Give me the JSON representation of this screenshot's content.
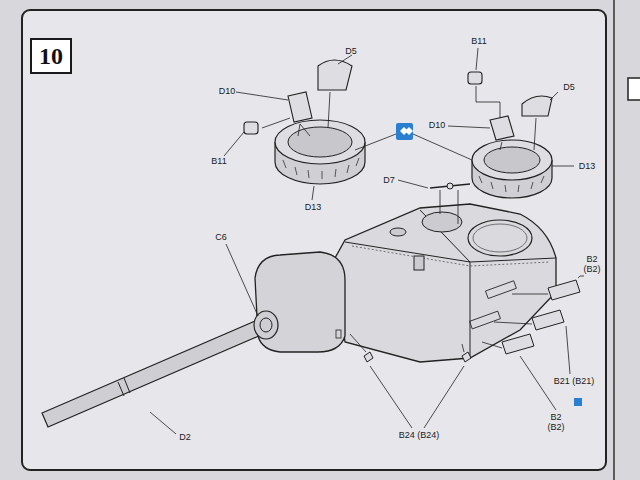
{
  "diagram": {
    "nodes": [
      {
        "text": [
          "10"
        ]
      }
    ],
    "labels": [
      "D5",
      "B11",
      "D10",
      "D5",
      "D10",
      "B11",
      "D13",
      "D7",
      "D13",
      "C6",
      "B2 (B2)",
      "B21 (B21)",
      "B2 (B2)",
      "D2",
      "B24 (B24)"
    ]
  }
}
